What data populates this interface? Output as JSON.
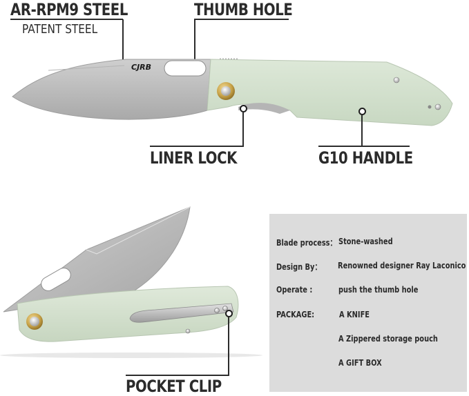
{
  "callouts": {
    "steel": {
      "title": "AR-RPM9 STEEL",
      "subtitle": "PATENT STEEL"
    },
    "thumb_hole": {
      "title": "THUMB HOLE"
    },
    "liner_lock": {
      "title": "LINER LOCK"
    },
    "g10_handle": {
      "title": "G10 HANDLE"
    },
    "pocket_clip": {
      "title": "POCKET CLIP"
    }
  },
  "brand": {
    "logo_text": "CJRB"
  },
  "specs": {
    "rows": [
      {
        "label": "Blade process：",
        "value": "Stone-washed"
      },
      {
        "label": "Design By：",
        "value": "Renowned designer Ray Laconico"
      },
      {
        "label": "Operate :",
        "value": "push the thumb hole"
      },
      {
        "label": "PACKAGE:",
        "value": "A KNIFE"
      },
      {
        "label": "",
        "value": "A Zippered storage pouch"
      },
      {
        "label": "",
        "value": "A GIFT BOX"
      }
    ]
  },
  "colors": {
    "handle": "#d6e3d0",
    "blade": "#bdbdbd",
    "pivot_gold": "#c9a44a",
    "panel_bg": "#dcdcdc",
    "text": "#2b2b2b"
  }
}
